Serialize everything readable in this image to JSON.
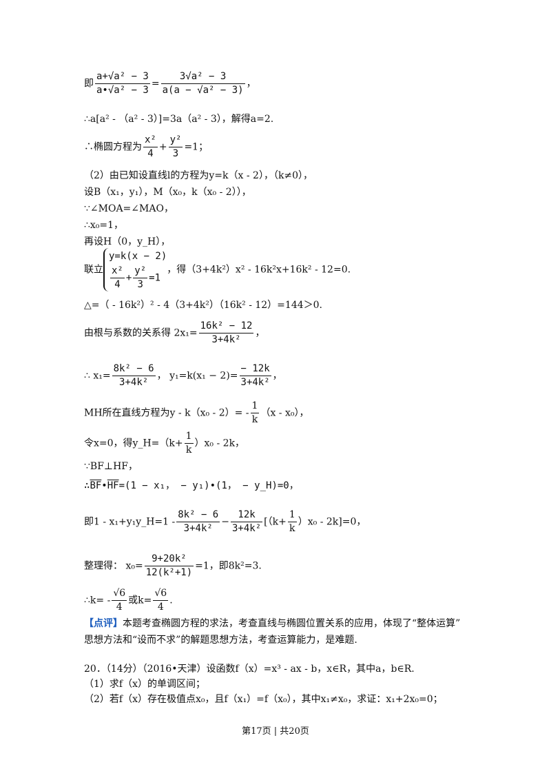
{
  "lines": {
    "l1_pre": "即",
    "l1_num1": "a+√a² − 3",
    "l1_den1": "a•√a² − 3",
    "l1_eq": "=",
    "l1_num2": "3√a² − 3",
    "l1_den2": "a(a − √a² − 3)",
    "l1_post": "，",
    "l2": "∴a[a² - （a² - 3）]=3a（a² - 3），解得a=2.",
    "l3_pre": "∴椭圆方程为",
    "l3_f1n": "x²",
    "l3_f1d": "4",
    "l3_plus": "+",
    "l3_f2n": "y²",
    "l3_f2d": "3",
    "l3_post": "=1；",
    "l4": "（2）由已知设直线l的方程为y=k（x - 2），（k≠0），",
    "l5": "设B（x₁，y₁），M（x₀，k（x₀ - 2）），",
    "l6": "∵∠MOA=∠MAO，",
    "l7": "∴x₀=1，",
    "l8": "再设H（0，y_H），",
    "l9_pre": "联立",
    "l9_row1": "y=k(x − 2)",
    "l9_f1n": "x²",
    "l9_f1d": "4",
    "l9_plus": "+",
    "l9_f2n": "y²",
    "l9_f2d": "3",
    "l9_eq1": "=1",
    "l9_post": "，得（3+4k²）x² - 16k²x+16k² - 12=0.",
    "l10": "△=（ - 16k²）² - 4（3+4k²）（16k² - 12）=144＞0.",
    "l11_pre": "由根与系数的关系得 2x₁=",
    "l11_num": "16k² − 12",
    "l11_den": "3+4k²",
    "l11_post": "，",
    "l12_pre": "∴ x₁=",
    "l12_num1": "8k² − 6",
    "l12_den1": "3+4k²",
    "l12_mid": "， y₁=k(x₁ − 2)=",
    "l12_num2": "− 12k",
    "l12_den2": "3+4k²",
    "l12_post": "，",
    "l13_pre": "MH所在直线方程为y - k（x₀ - 2）= -",
    "l13_num": "1",
    "l13_den": "k",
    "l13_post": "（x - x₀），",
    "l14_pre": "令x=0，得y_H=（k+",
    "l14_num": "1",
    "l14_den": "k",
    "l14_post": "）x₀ - 2k，",
    "l15": "∵BF⊥HF，",
    "l16_pre": "∴",
    "l16_v1": "BF",
    "l16_dot": "•",
    "l16_v2": "HF",
    "l16_post": "=(1 − x₁， − y₁)•(1， − y_H)=0，",
    "l17_pre": "即1 - x₁+y₁y_H=1 -",
    "l17_num1": "8k² − 6",
    "l17_den1": "3+4k²",
    "l17_minus": "−",
    "l17_num2": "12k",
    "l17_den2": "3+4k²",
    "l17_mid": "[（k+",
    "l17_num3": "1",
    "l17_den3": "k",
    "l17_post": "）x₀ - 2k]=0，",
    "l18_pre": "整理得： x₀=",
    "l18_num": "9+20k²",
    "l18_den": "12(k²+1)",
    "l18_post": "=1，即8k²=3.",
    "l19_pre": "∴k= -",
    "l19_num1": "√6",
    "l19_den1": "4",
    "l19_mid": "或k=",
    "l19_num2": "√6",
    "l19_den2": "4",
    "l19_post": ".",
    "l20_tag": "【点评】",
    "l20": "本题考查椭圆方程的求法，考查直线与椭圆位置关系的应用，体现了“整体运算”",
    "l21": "思想方法和“设而不求”的解题思想方法，考查运算能力，是难题.",
    "l22": "20．（14分）（2016•天津）设函数f（x）=x³ - ax - b，x∈R，其中a，b∈R.",
    "l23": "（1）求f（x）的单调区间；",
    "l24": "（2）若f（x）存在极值点x₀，且f（x₁）=f（x₀），其中x₁≠x₀，求证：x₁+2x₀=0；"
  },
  "footer": "第17页 | 共20页"
}
